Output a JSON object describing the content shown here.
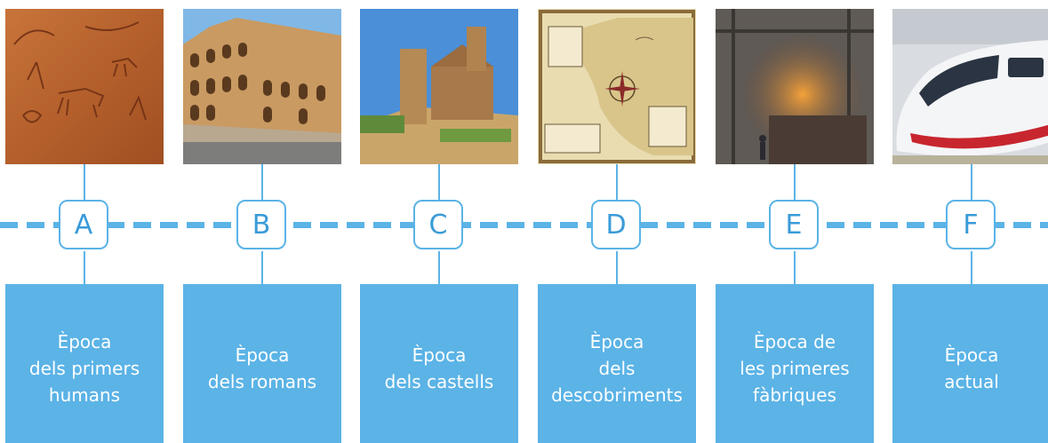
{
  "colors": {
    "accent": "#5bb3e6",
    "letter": "#3a9bd8",
    "label_text": "#ffffff"
  },
  "eras": [
    {
      "letter": "A",
      "label": "Època\ndels primers\nhumans",
      "image": "cave-painting-image"
    },
    {
      "letter": "B",
      "label": "Època\ndels romans",
      "image": "colosseum-image"
    },
    {
      "letter": "C",
      "label": "Època\ndels castells",
      "image": "castle-image"
    },
    {
      "letter": "D",
      "label": "Època\ndels\ndescobriments",
      "image": "old-map-image"
    },
    {
      "letter": "E",
      "label": "Època de\nles primeres\nfàbriques",
      "image": "factory-image"
    },
    {
      "letter": "F",
      "label": "Època\nactual",
      "image": "high-speed-train-image"
    }
  ]
}
